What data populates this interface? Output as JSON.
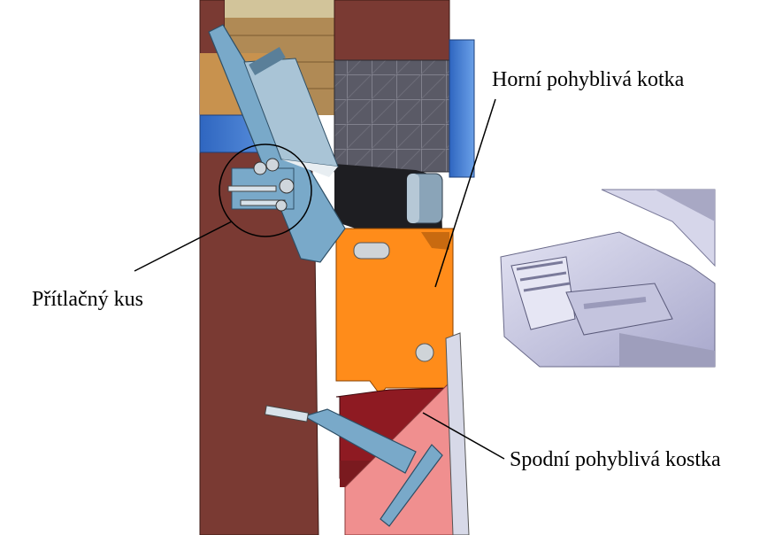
{
  "labels": {
    "upper_block": "Horní pohyblivá kotka",
    "pressure_piece": "Přítlačný kus",
    "lower_block": "Spodní pohyblivá kostka"
  },
  "colors": {
    "frame_brown": "#7a3a33",
    "light_blue": "#79a9c9",
    "blue": "#3d72c6",
    "orange": "#ff8c1a",
    "dark_red": "#8e1a22",
    "pink": "#f08f8f",
    "grey_mesh": "#6e6e7a",
    "inset_lavender": "#c9c9e6"
  }
}
